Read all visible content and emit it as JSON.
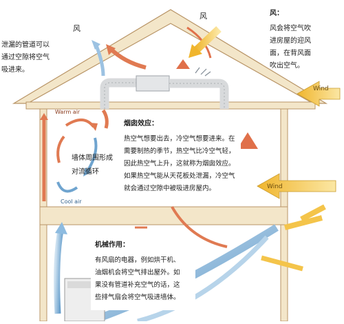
{
  "labels": {
    "wind_char_left": "风",
    "wind_char_top": "风",
    "leak_note": [
      "泄漏的管道可以",
      "通过空隙将空气",
      "吸进来。"
    ],
    "wind_title": "风：",
    "wind_desc": [
      "风会将空气吹",
      "进房屋的迎风",
      "面，在背风面",
      "吹出空气。"
    ],
    "wind_arrow_upper": "Wind",
    "wind_arrow_lower": "Wind",
    "warm_air": "Warm air",
    "cool_air": "Cool air",
    "wall_convection": [
      "墙体周围形成",
      "对流循环"
    ],
    "stack_title": "烟囱效应：",
    "stack_desc": [
      "热空气想要出去，冷空气想要进来。在",
      "需要制热的季节，热空气比冷空气轻，",
      "因此热空气上升，这就称为烟囱效应。",
      "如果热空气能从天花板处泄漏，冷空气",
      "就会通过空隙中被吸进房屋内。"
    ],
    "mech_title": "机械作用：",
    "mech_desc": [
      "有风扇的电器，例如烘干机、",
      "油烟机会将空气排出屋外。如",
      "果没有管道补充空气的话，这",
      "些排气扇会将空气吸进墙体。"
    ]
  },
  "colors": {
    "wall": "#f3e6c9",
    "wall_edge": "#b89466",
    "warm_arrow": "#e07a52",
    "cool_arrow": "#6fa4cf",
    "wind_arrow": "#f4c44a"
  }
}
